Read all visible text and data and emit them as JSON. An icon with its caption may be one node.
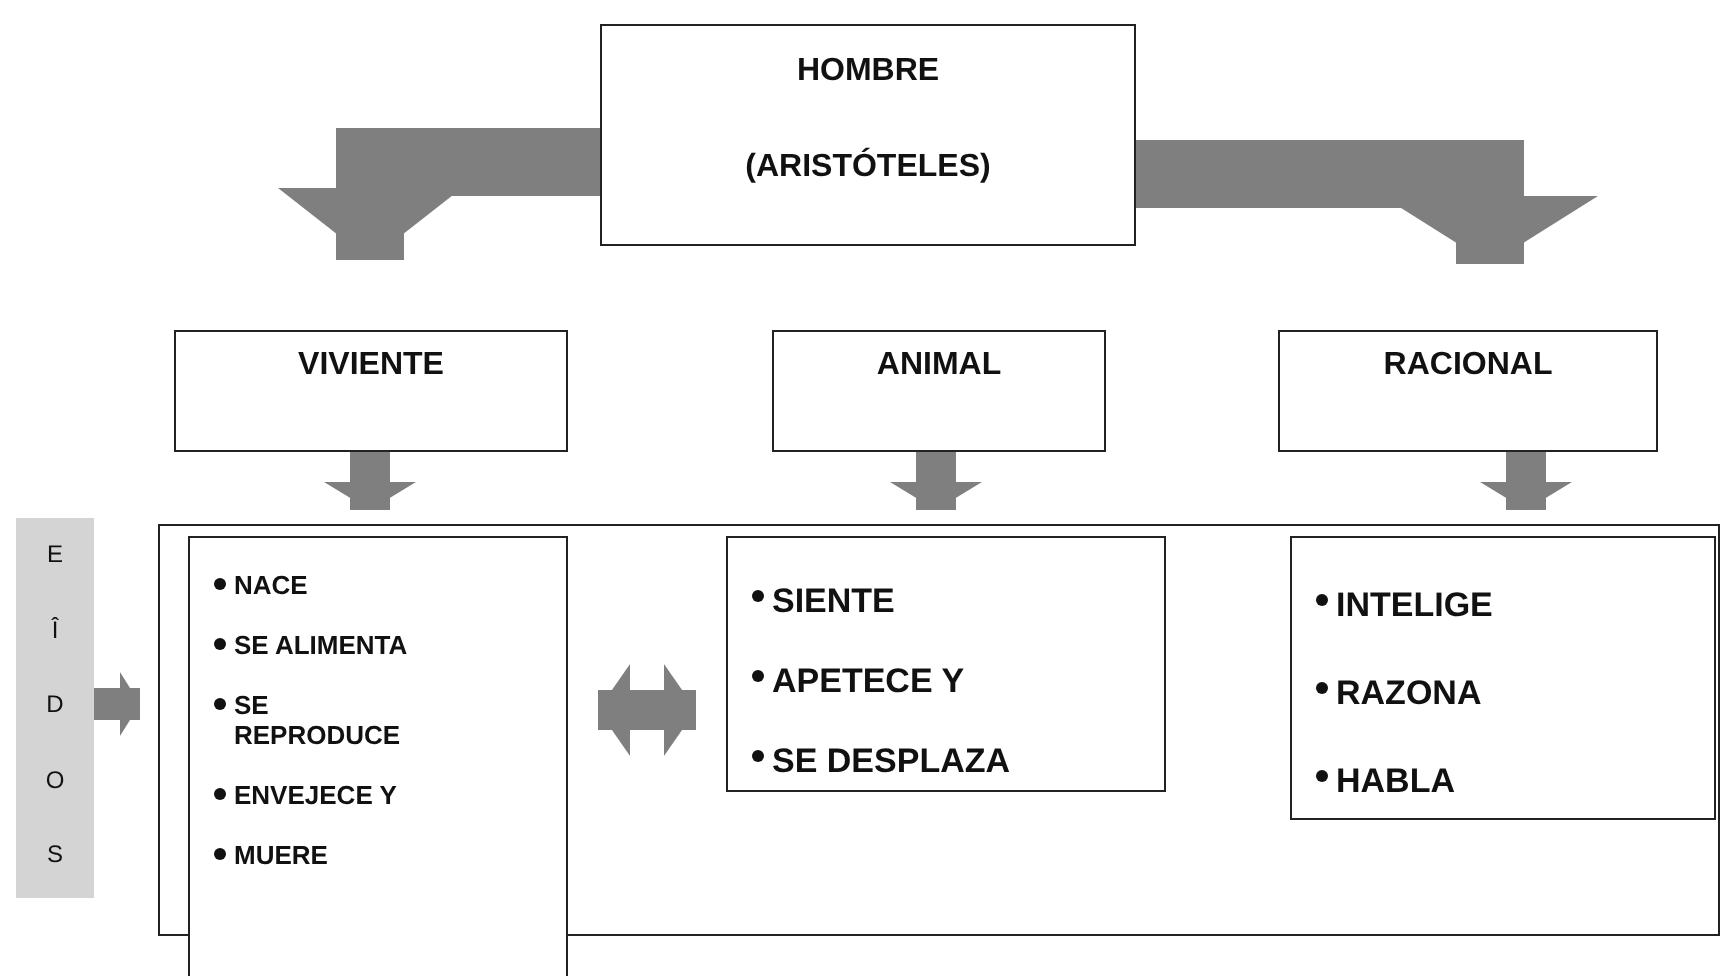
{
  "diagram": {
    "nodes": [
      {
        "text": [
          "HOMBRE",
          "(ARISTÓTELES)"
        ]
      },
      {
        "text": [
          "VIVIENTE"
        ]
      },
      {
        "text": [
          "ANIMAL"
        ]
      },
      {
        "text": [
          "RACIONAL"
        ]
      },
      {
        "text": [
          "EÎDOS"
        ]
      },
      {
        "text": [],
        "shape": "box"
      },
      {
        "text": [
          "NACE",
          "SE ALIMENTA",
          "SE REPRODUCE",
          "ENVEJECE Y",
          "MUERE"
        ]
      },
      {
        "text": [
          "SIENTE",
          "APETECE Y",
          "SE DESPLAZA"
        ],
        "in": 5
      },
      {
        "text": [
          "INTELIGE",
          "RAZONA",
          "HABLA"
        ],
        "in": 5
      }
    ],
    "edges": [
      {
        "from": 0,
        "to": 1,
        "arrow": "to"
      },
      {
        "from": 0,
        "to": 3,
        "arrow": "to"
      },
      {
        "from": 1,
        "to": 6,
        "arrow": "to"
      },
      {
        "from": 2,
        "to": 7,
        "arrow": "to"
      },
      {
        "from": 3,
        "to": 8,
        "arrow": "to"
      },
      {
        "from": 4,
        "to": 5,
        "arrow": "to"
      },
      {
        "from": 6,
        "to": 7,
        "arrow": "both"
      }
    ]
  }
}
